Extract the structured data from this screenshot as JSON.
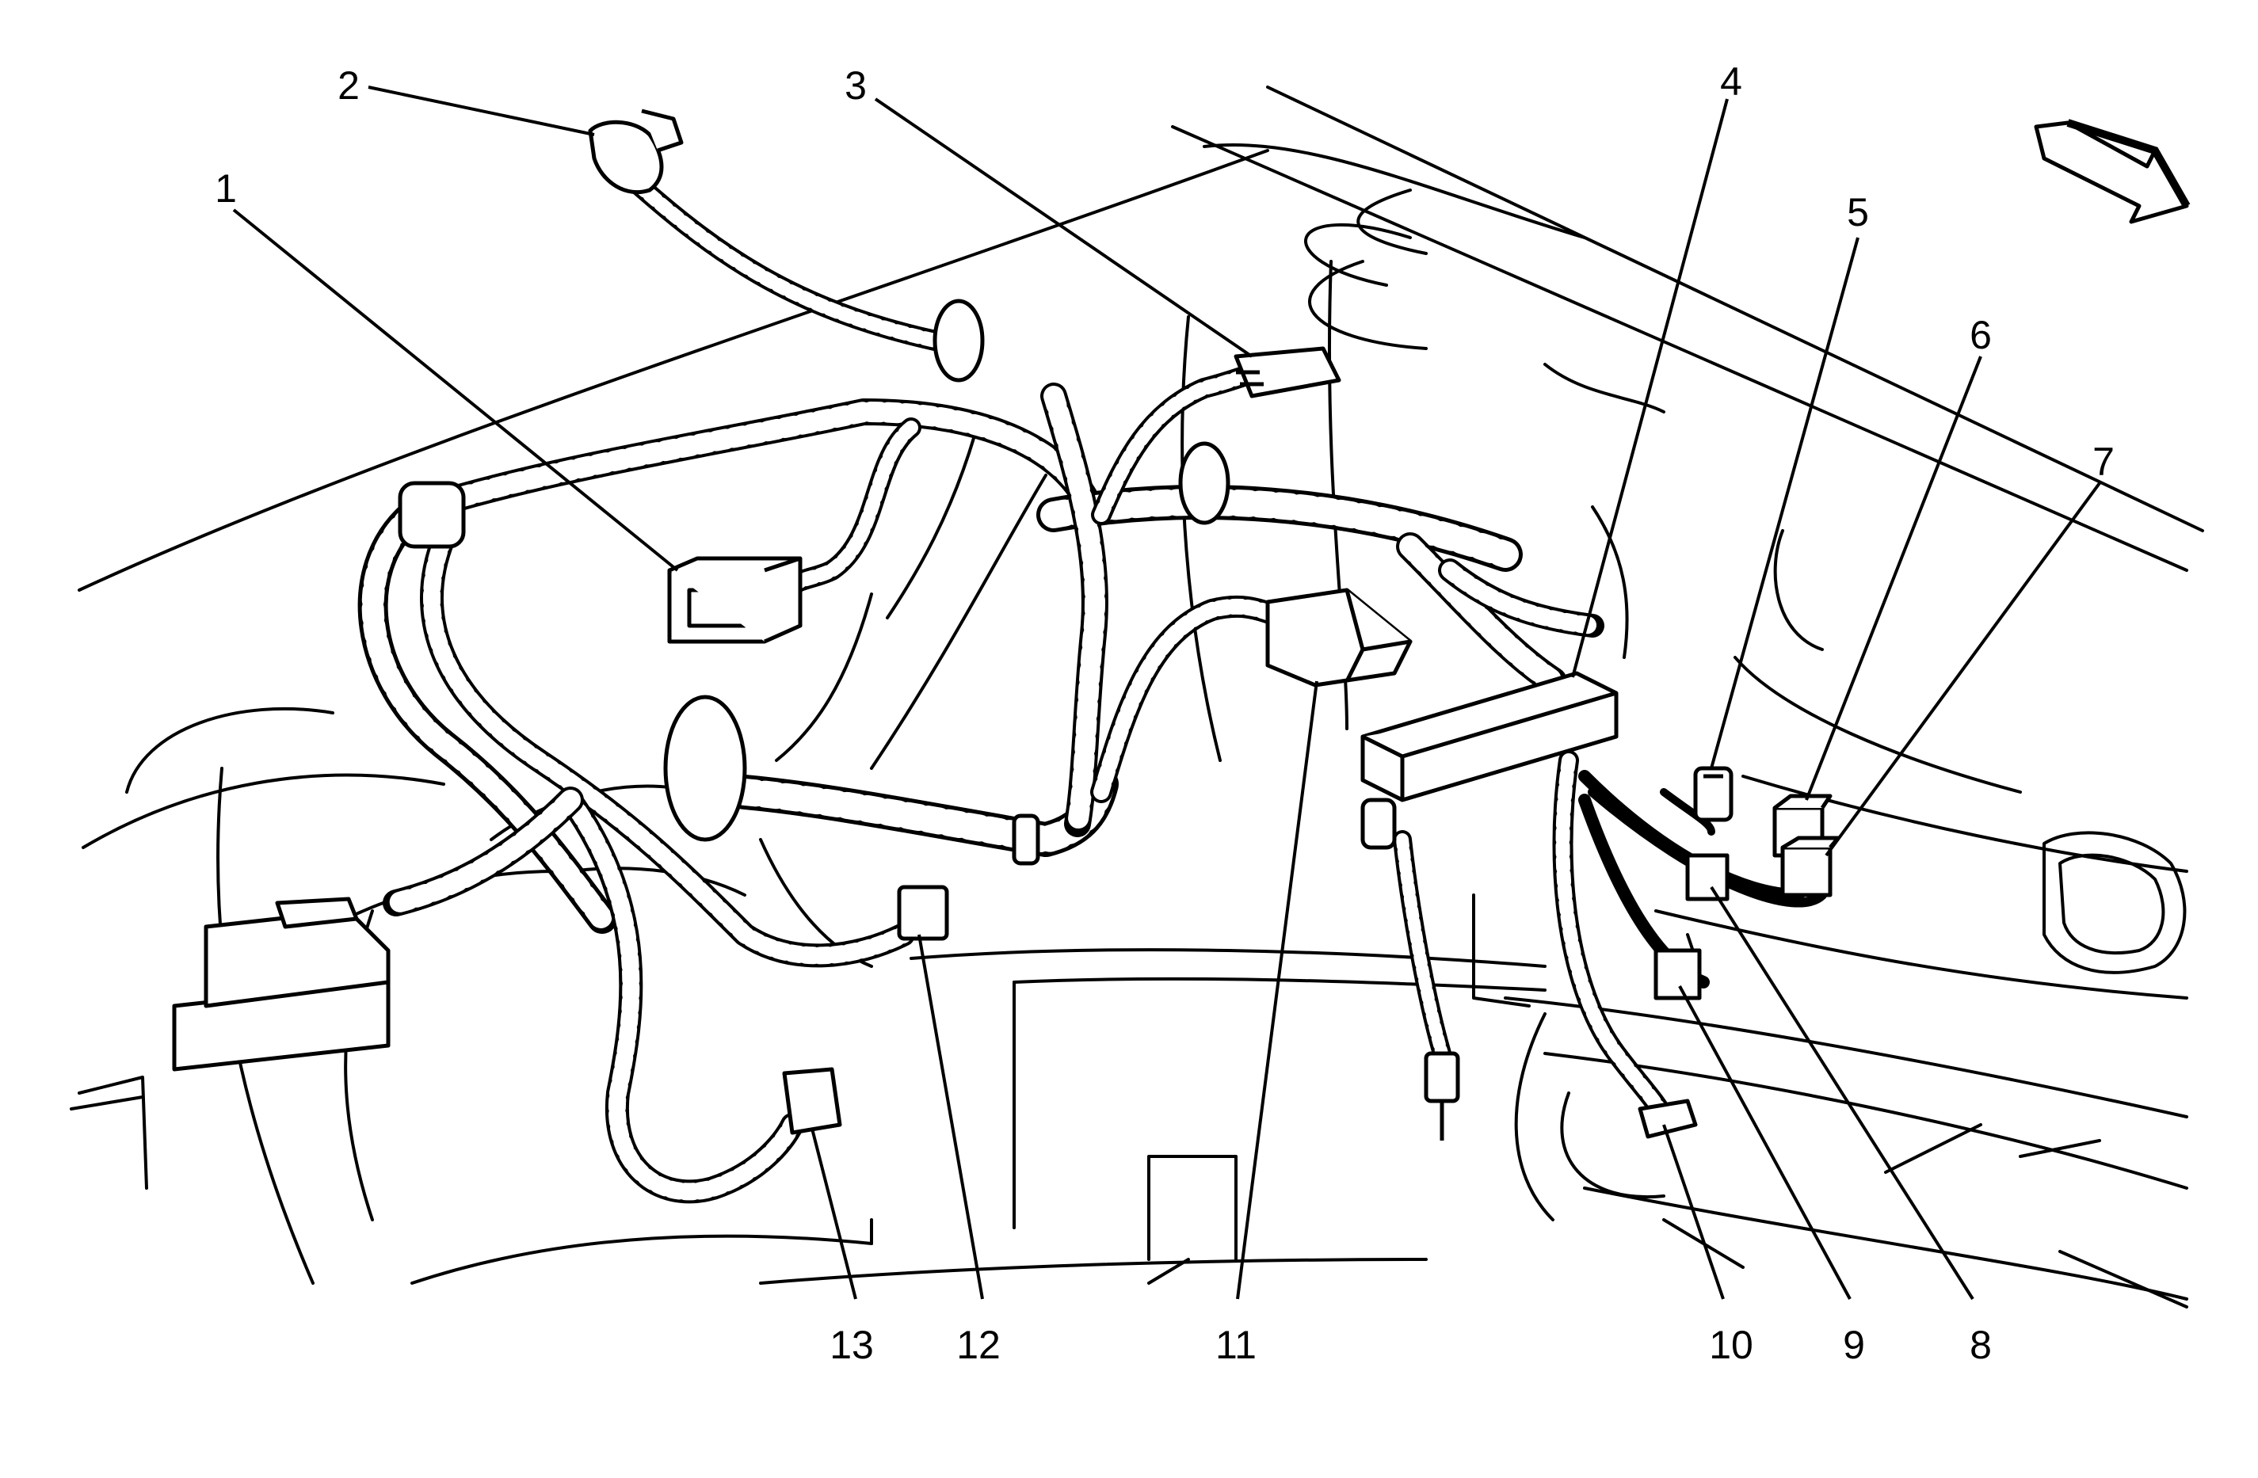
{
  "callouts": [
    {
      "id": "c1",
      "label": "1"
    },
    {
      "id": "c2",
      "label": "2"
    },
    {
      "id": "c3",
      "label": "3"
    },
    {
      "id": "c4",
      "label": "4"
    },
    {
      "id": "c5",
      "label": "5"
    },
    {
      "id": "c6",
      "label": "6"
    },
    {
      "id": "c7",
      "label": "7"
    },
    {
      "id": "c8",
      "label": "8"
    },
    {
      "id": "c9",
      "label": "9"
    },
    {
      "id": "c10",
      "label": "10"
    },
    {
      "id": "c11",
      "label": "11"
    },
    {
      "id": "c12",
      "label": "12"
    },
    {
      "id": "c13",
      "label": "13"
    }
  ],
  "colors": {
    "line": "#000000",
    "background": "#ffffff"
  },
  "icons": {
    "direction": "front-arrow-icon"
  }
}
